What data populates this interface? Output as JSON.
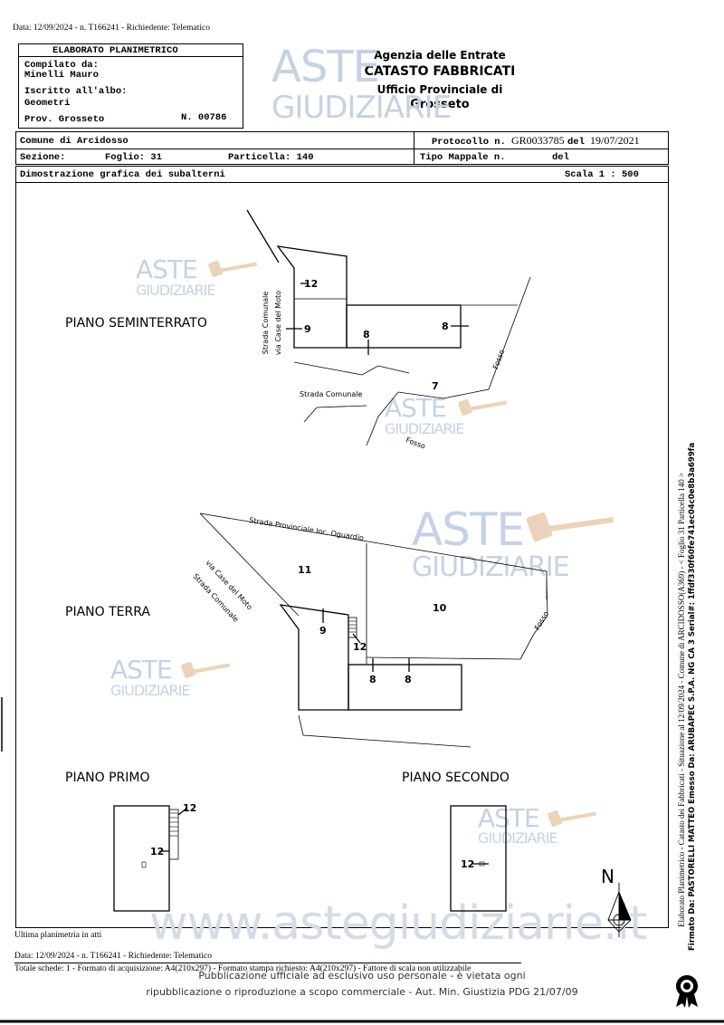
{
  "header": {
    "top_line": "Data: 12/09/2024 - n. T166241 - Richiedente: Telematico",
    "elaborato_title": "ELABORATO PLANIMETRICO",
    "compilato_label": "Compilato da:",
    "compilato_name": "Minelli Mauro",
    "iscritto_label": "Iscritto all'albo:",
    "iscritto_value": "Geometri",
    "prov_label": "Prov. Grosseto",
    "numero": "N. 00786",
    "agency_line1": "Agenzia delle Entrate",
    "agency_line2": "CATASTO FABBRICATI",
    "agency_line3": "Ufficio Provinciale di",
    "agency_line4": "Grosseto"
  },
  "info": {
    "comune": "Comune di Arcidosso",
    "sezione_label": "Sezione:",
    "foglio": "Foglio: 31",
    "particella": "Particella: 140",
    "protocollo_label": "Protocollo n.",
    "protocollo_value": "GR0033785",
    "del_label": "del",
    "protocollo_date": "19/07/2021",
    "tipo_mappale": "Tipo Mappale n.",
    "tipo_del": "del",
    "dimostrazione": "Dimostrazione grafica dei subalterni",
    "scala": "Scala 1 : 500"
  },
  "floors": {
    "seminterrato": "PIANO SEMINTERRATO",
    "terra": "PIANO TERRA",
    "primo": "PIANO PRIMO",
    "secondo": "PIANO SECONDO"
  },
  "roads": {
    "strada_comunale": "Strada Comunale",
    "via_case_moto_1": "Strada Comunale",
    "via_case_moto_2": "via Case del Moto",
    "fosso": "Fosso",
    "strada_provinciale": "Strada Provinciale loc. Oguardio"
  },
  "subalterni": {
    "s7": "7",
    "s8": "8",
    "s9": "9",
    "s10": "10",
    "s11": "11",
    "s12": "12"
  },
  "north": "N",
  "watermark": {
    "aste": "ASTE",
    "giudiziarie": "GIUDIZIARIE",
    "site": "www.astegiudiziarie.it"
  },
  "footer": {
    "ultima": "Ultima planimetria in atti",
    "data_line": "Data: 12/09/2024 - n. T166241 - Richiedente: Telematico",
    "totale_line": "Totale schede: 1 - Formato di acquisizione: A4(210x297) - Formato stampa richiesto: A4(210x297) - Fattore di scala non utilizzabile",
    "notice1": "Pubblicazione ufficiale ad esclusivo uso personale - è vietata ogni",
    "notice2": "ripubblicazione o riproduzione a scopo commerciale - Aut. Min. Giustizia PDG 21/07/09"
  },
  "side": {
    "line1": "Elaborato Planimetrico - Catasto dei Fabbricati - Situazione al 12/09/2024 - Comune di ARCIDOSSO(A369) - < Foglio 31 Particella 140 >",
    "line2": "Firmato Da: PASTORELLI MATTEO Emesso Da: ARUBAPEC S.P.A. NG CA 3 Serial#: 1ffdf330f60fe741ec04c0e8b3a699fa"
  }
}
